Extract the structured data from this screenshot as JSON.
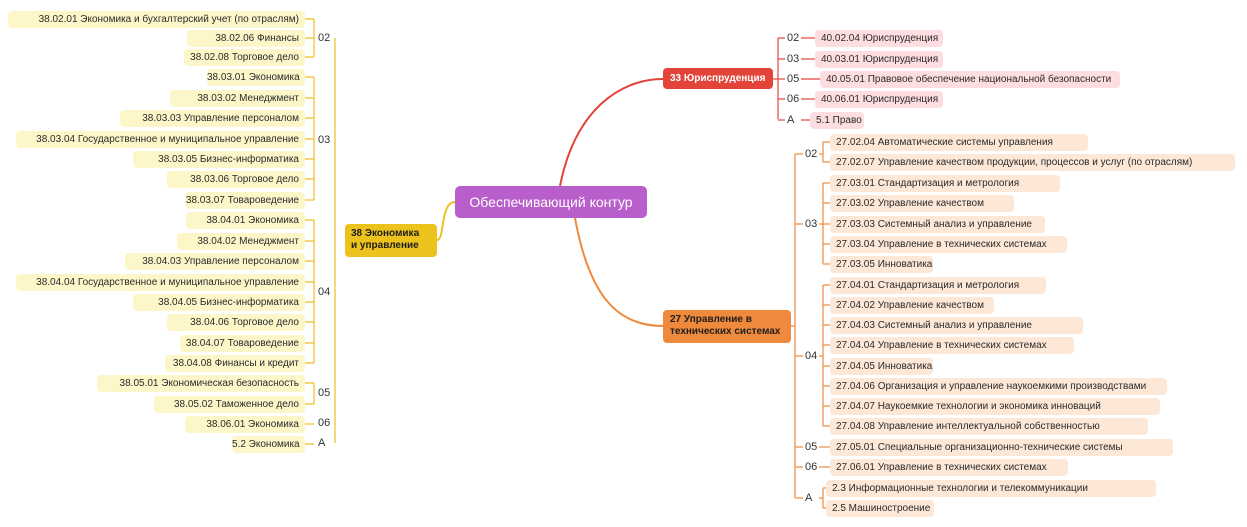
{
  "center": {
    "label": "Обеспечивающий контур"
  },
  "colors": {
    "center": "#b95fcb",
    "economy": "#ecc21d",
    "law": "#e2443a",
    "tech": "#ef8a3c"
  },
  "economy": {
    "label": "38 Экономика\nи управление",
    "groups": [
      {
        "level": "02",
        "items": [
          "38.02.01 Экономика и бухгалтерский учет (по отраслям)",
          "38.02.06 Финансы",
          "38.02.08 Торговое дело"
        ]
      },
      {
        "level": "03",
        "items": [
          "38.03.01 Экономика",
          "38.03.02 Менеджмент",
          "38.03.03 Управление персоналом",
          "38.03.04 Государственное и муниципальное управление",
          "38.03.05 Бизнес-информатика",
          "38.03.06 Торговое дело",
          "38.03.07 Товароведение"
        ]
      },
      {
        "level": "04",
        "items": [
          "38.04.01 Экономика",
          "38.04.02 Менеджмент",
          "38.04.03 Управление персоналом",
          "38.04.04 Государственное и муниципальное управление",
          "38.04.05 Бизнес-информатика",
          "38.04.06 Торговое дело",
          "38.04.07 Товароведение",
          "38.04.08 Финансы и кредит"
        ]
      },
      {
        "level": "05",
        "items": [
          "38.05.01 Экономическая безопасность",
          "38.05.02 Таможенное дело"
        ]
      },
      {
        "level": "06",
        "items": [
          "38.06.01 Экономика"
        ]
      },
      {
        "level": "A",
        "items": [
          "5.2 Экономика"
        ]
      }
    ]
  },
  "law": {
    "label": "33 Юриспруденция",
    "groups": [
      {
        "level": "02",
        "items": [
          "40.02.04 Юриспруденция"
        ]
      },
      {
        "level": "03",
        "items": [
          "40.03.01 Юриспруденция"
        ]
      },
      {
        "level": "05",
        "items": [
          "40.05.01 Правовое обеспечение национальной безопасности"
        ]
      },
      {
        "level": "06",
        "items": [
          "40.06.01 Юриспруденция"
        ]
      },
      {
        "level": "A",
        "items": [
          "5.1 Право"
        ]
      }
    ]
  },
  "tech": {
    "label": "27 Управление в\nтехнических системах",
    "groups": [
      {
        "level": "02",
        "items": [
          "27.02.04 Автоматические системы управления",
          "27.02.07 Управление качеством продукции, процессов и услуг (по отраслям)"
        ]
      },
      {
        "level": "03",
        "items": [
          "27.03.01 Стандартизация и метрология",
          "27.03.02 Управление качеством",
          "27.03.03 Системный анализ и управление",
          "27.03.04 Управление в технических системах",
          "27.03.05 Инноватика"
        ]
      },
      {
        "level": "04",
        "items": [
          "27.04.01 Стандартизация и метрология",
          "27.04.02 Управление качеством",
          "27.04.03 Системный анализ и управление",
          "27.04.04 Управление в технических системах",
          "27.04.05 Инноватика",
          "27.04.06 Организация и управление наукоемкими производствами",
          "27.04.07 Наукоемкие технологии и экономика инноваций",
          "27.04.08 Управление интеллектуальной собственностью"
        ]
      },
      {
        "level": "05",
        "items": [
          "27.05.01 Специальные организационно-технические системы"
        ]
      },
      {
        "level": "06",
        "items": [
          "27.06.01 Управление в технических системах"
        ]
      },
      {
        "level": "A",
        "items": [
          "2.3 Информационные технологии и телекоммуникации",
          "2.5 Машиностроение"
        ]
      }
    ]
  }
}
